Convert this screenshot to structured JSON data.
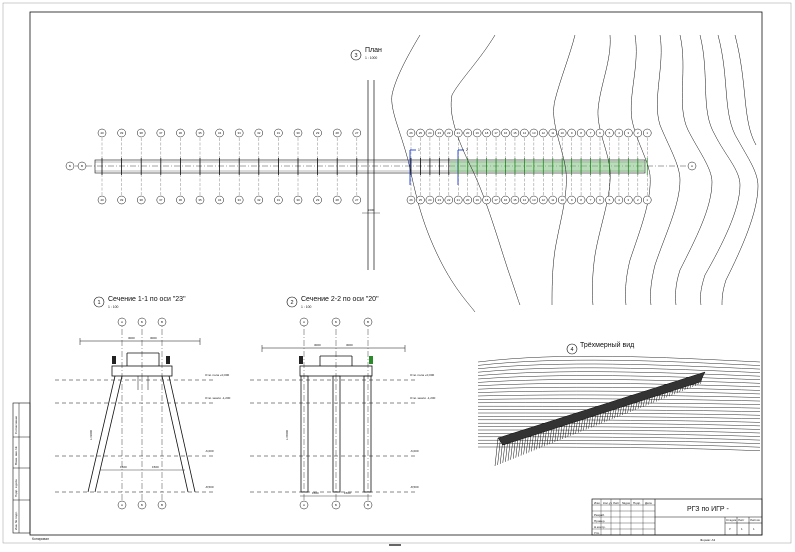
{
  "plan": {
    "marker": "3",
    "title": "План",
    "scale": "1 : 1000",
    "axis_top_labels": [
      "40",
      "39",
      "38",
      "37",
      "36",
      "35",
      "34",
      "33",
      "32",
      "31",
      "30",
      "29",
      "28",
      "27",
      "26",
      "25",
      "24",
      "23",
      "22",
      "21",
      "20",
      "19",
      "18",
      "17",
      "16",
      "15",
      "14",
      "13",
      "12",
      "11",
      "10",
      "9",
      "8",
      "7",
      "6",
      "5",
      "4",
      "3",
      "2",
      "1"
    ],
    "axis_bottom_labels": [
      "40",
      "39",
      "38",
      "37",
      "36",
      "35",
      "34",
      "33",
      "32",
      "31",
      "30",
      "29",
      "28",
      "27",
      "26",
      "25",
      "24",
      "23",
      "22",
      "21",
      "20",
      "19",
      "18",
      "17",
      "16",
      "15",
      "14",
      "13",
      "12",
      "11",
      "10",
      "9",
      "8",
      "7",
      "6",
      "5",
      "4",
      "3",
      "2",
      "1"
    ],
    "axis_left": [
      "Б",
      "В"
    ],
    "axis_right": "А",
    "dim_label": "1000",
    "section_mark_1": "1",
    "section_mark_2": "2"
  },
  "section1": {
    "marker": "1",
    "title": "Сечение 1-1 по оси \"23\"",
    "scale": "1 : 100",
    "axes": [
      "А",
      "Б",
      "В"
    ],
    "level_labels": [
      "Отм. пола +0,000",
      "Отм. земли -1,200",
      "-6,000",
      "-8,500"
    ],
    "dims": [
      "3000",
      "3000",
      "1500",
      "1500"
    ],
    "pile_label": "L=9000"
  },
  "section2": {
    "marker": "2",
    "title": "Сечение 2-2 по оси \"20\"",
    "scale": "1 : 100",
    "axes": [
      "А",
      "Б",
      "В"
    ],
    "level_labels": [
      "Отм. пола +0,000",
      "Отм. земли -1,200",
      "-6,000",
      "-8,500"
    ],
    "dims": [
      "3000",
      "3000",
      "1500",
      "1500"
    ],
    "pile_label": "L=8000"
  },
  "view3d": {
    "marker": "4",
    "title": "Трёхмерный вид"
  },
  "title_block": {
    "title": "РГЗ по ИГР -",
    "cells": [
      "Изм.",
      "Кол.уч",
      "Лист",
      "№док",
      "Подп.",
      "Дата",
      "Разраб.",
      "Провер.",
      "Н.контр.",
      "Утв.",
      "Стадия",
      "Лист",
      "Листов",
      "У",
      "1",
      "1"
    ],
    "sheet_format": "Формат А3"
  },
  "side_stamp": {
    "labels": [
      "Инв. № подл.",
      "Подп. и дата",
      "Взам. инв. №",
      "Согласовано"
    ]
  },
  "bottom_left_note": "Копировал"
}
